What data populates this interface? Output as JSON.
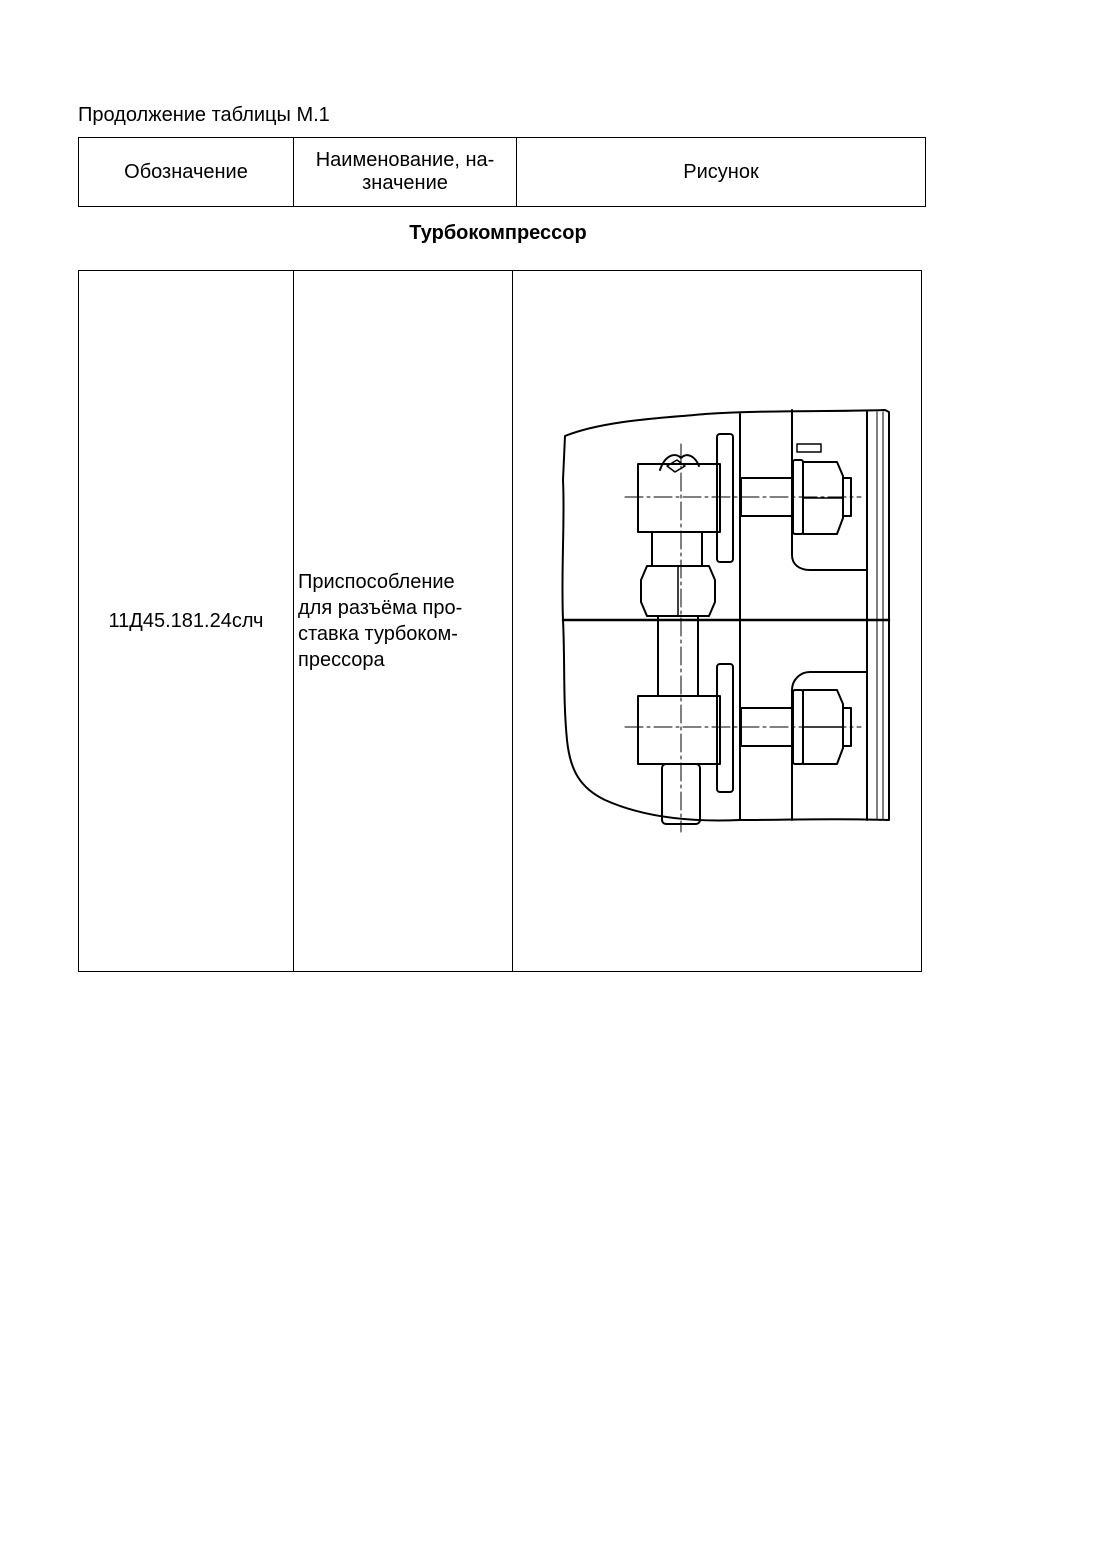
{
  "caption": "Продолжение таблицы М.1",
  "header": {
    "col_designation": "Обозначение",
    "col_name": "Наименование, на-\nзначение",
    "col_figure": "Рисунок"
  },
  "section_title": "Турбокомпрессор",
  "rows": [
    {
      "designation": "11Д45.181.24слч",
      "name": "Приспособление для разъёма про-ставка турбоком-прессора",
      "name_lines": [
        "Приспособление",
        "для разъёма про-",
        "ставка турбоком-",
        "прессора"
      ]
    }
  ]
}
